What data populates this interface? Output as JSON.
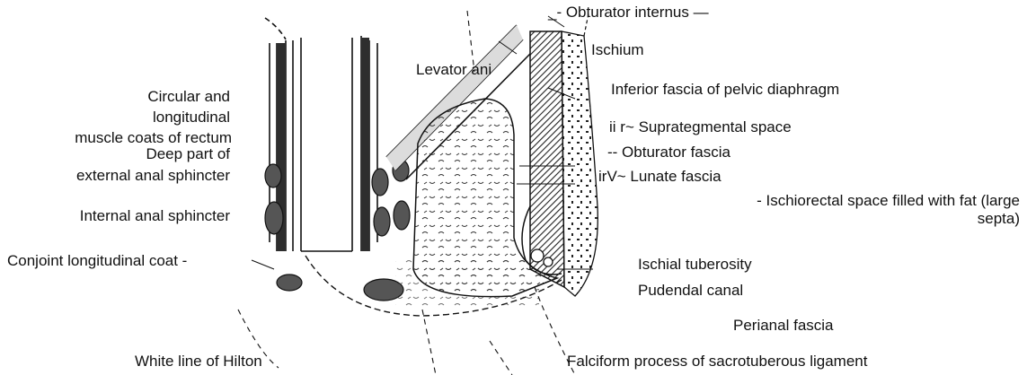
{
  "labels": {
    "obturator_internus": "_- Obturator internus —",
    "ischium": "Ischium",
    "levator_ani": "Levator ani",
    "inferior_fascia": "Inferior fascia of pelvic diaphragm",
    "suprategmental": "ii r~ Suprategmental space",
    "obturator_fascia": "-- Obturator fascia",
    "lunate_fascia": "irV~ Lunate fascia",
    "ischiorectal_line1": "- Ischiorectal space filled with fat (large",
    "ischiorectal_line2": "septa)",
    "ischial_tuberosity": "Ischial tuberosity",
    "pudendal_canal": "Pudendal canal",
    "perianal_fascia": "Perianal fascia",
    "falciform": "Falciform process of sacrotuberous ligament",
    "circular_line1": "Circular and",
    "circular_line2": "longitudinal",
    "circular_line3": "muscle coats of rectum",
    "deep_part_line1": "Deep part of",
    "deep_part_line2": "external anal sphincter",
    "internal_anal": "Internal anal sphincter",
    "conjoint": "Conjoint longitudinal coat -",
    "white_line": "White line of Hilton"
  },
  "colors": {
    "ink": "#111111",
    "muscle_fill": "#555555",
    "background": "#ffffff"
  }
}
